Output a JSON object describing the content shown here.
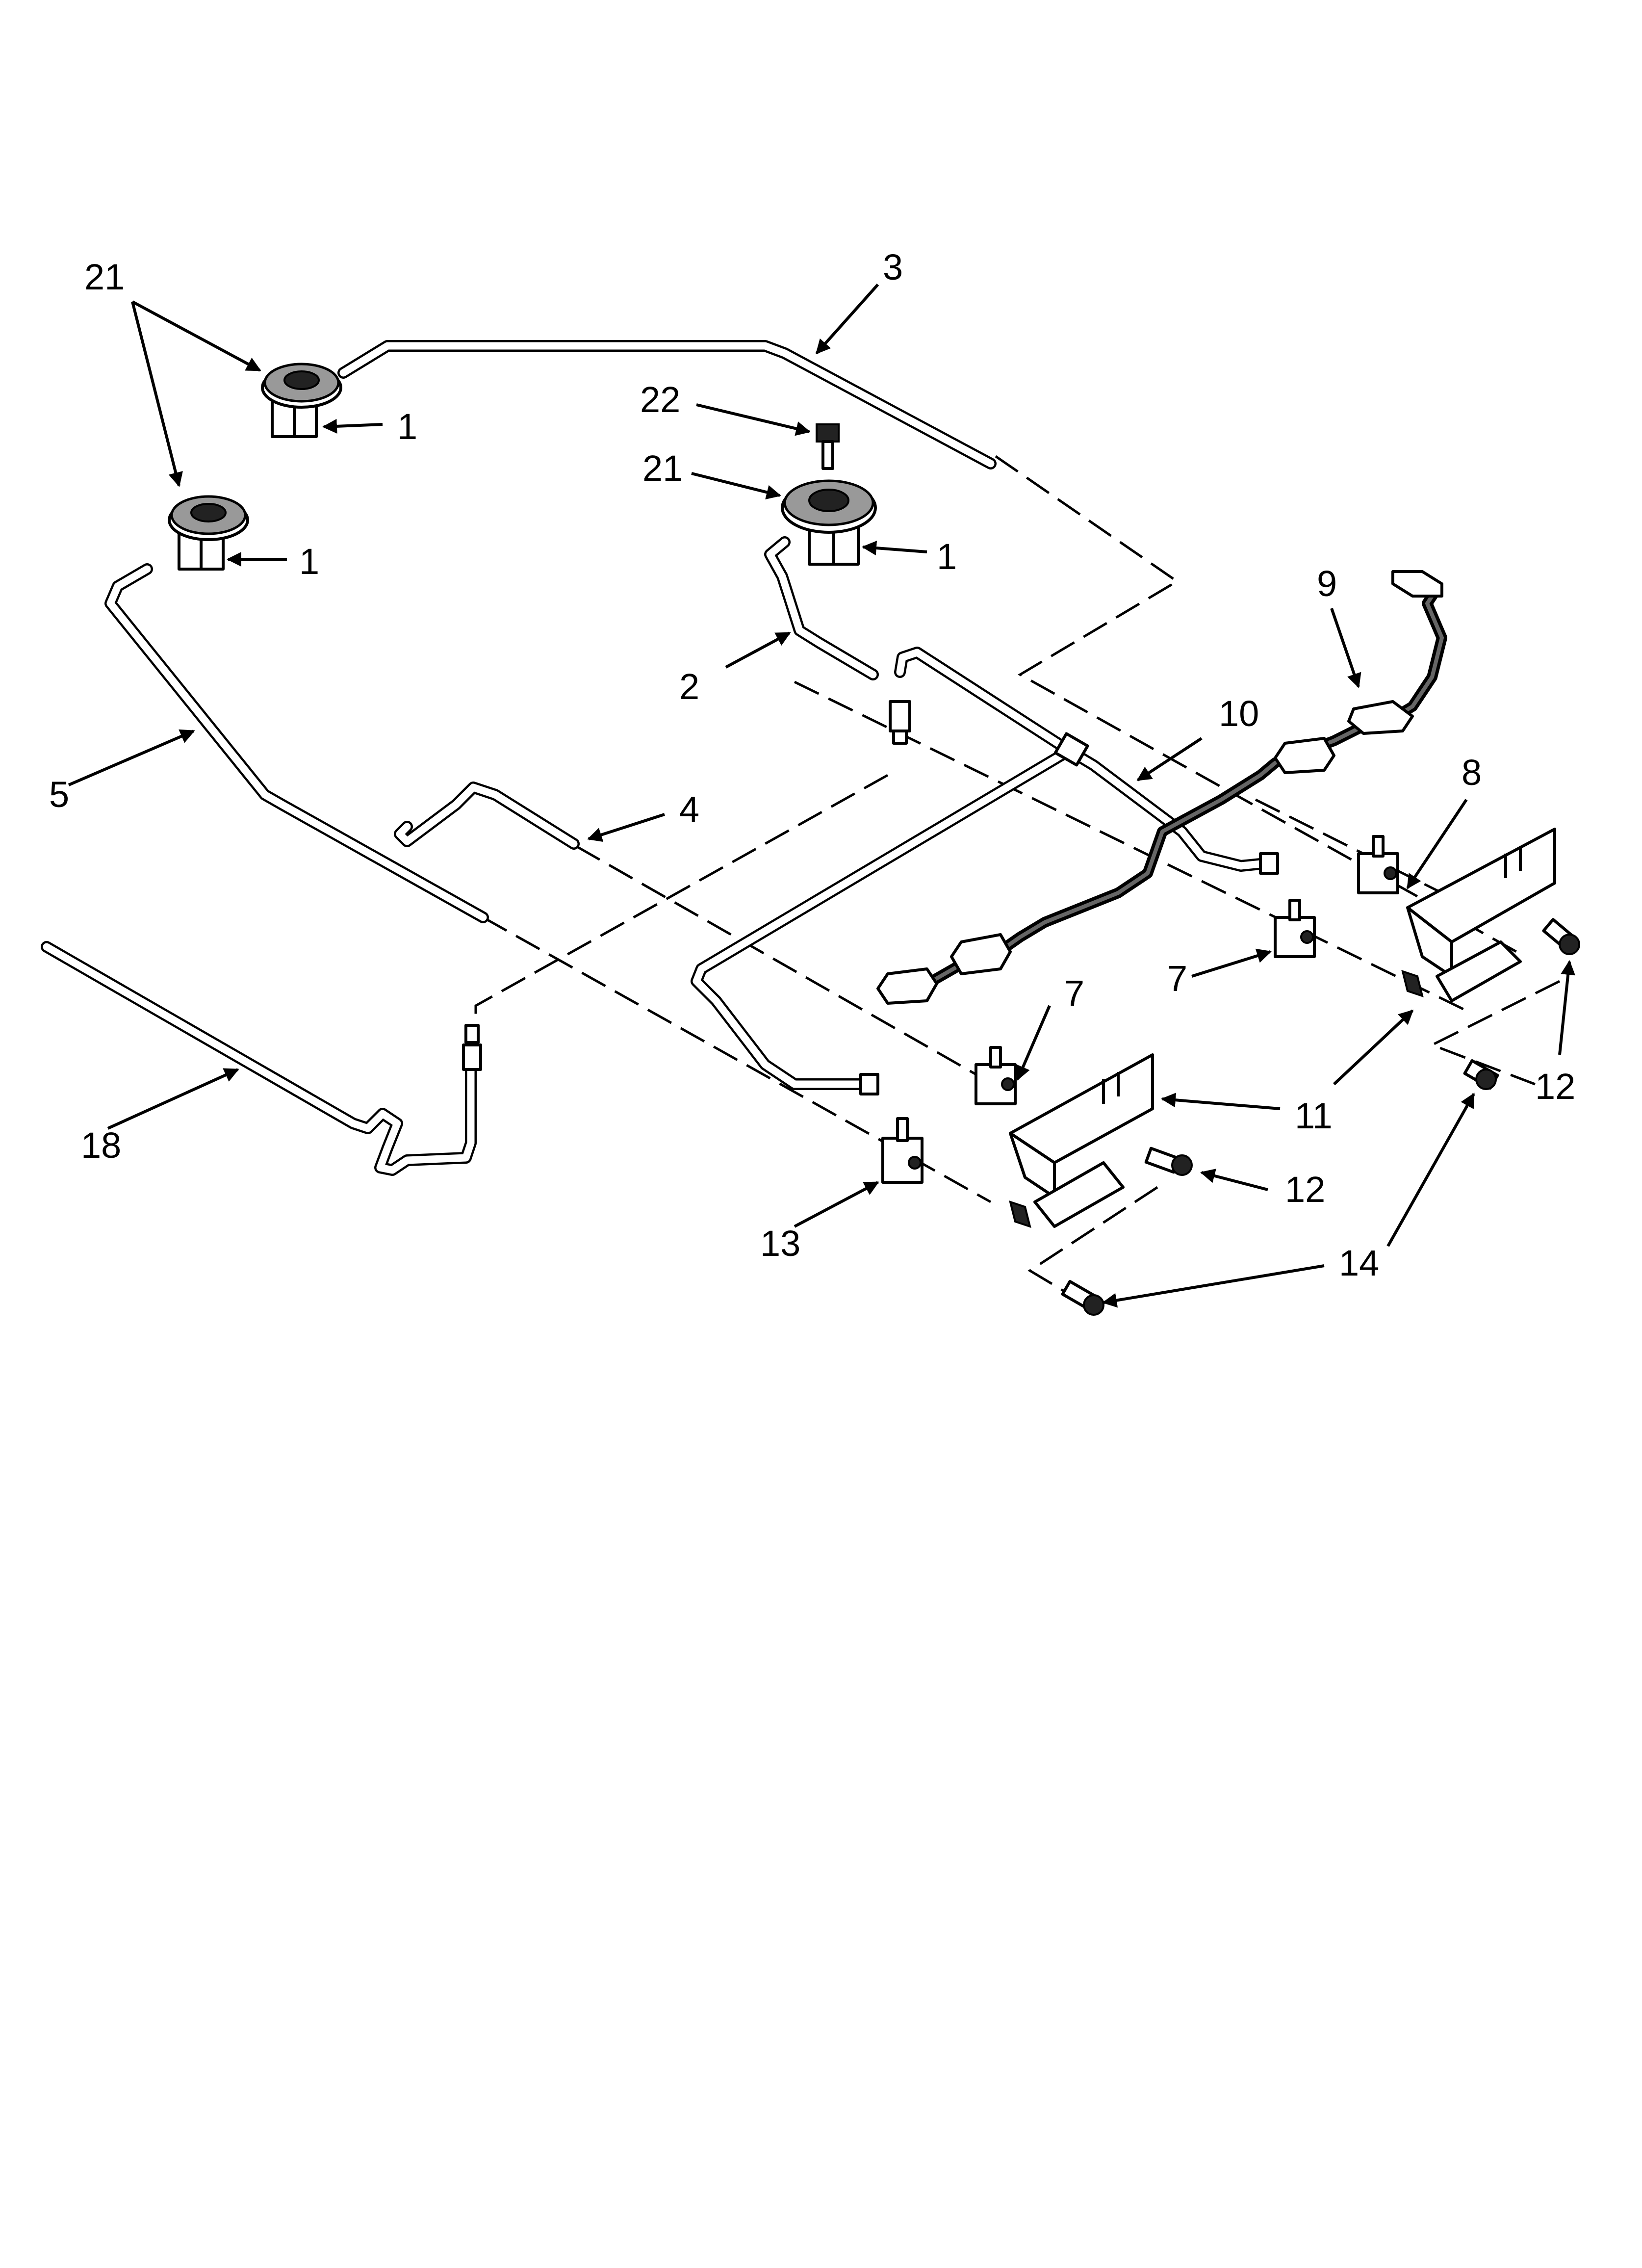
{
  "callouts": {
    "c21a": "21",
    "c3": "3",
    "c22": "22",
    "c1a": "1",
    "c21b": "21",
    "c1b": "1",
    "c1c": "1",
    "c9": "9",
    "c10": "10",
    "c2": "2",
    "c8": "8",
    "c5": "5",
    "c4": "4",
    "c7a": "7",
    "c7b": "7",
    "c11": "11",
    "c12a": "12",
    "c18": "18",
    "c12b": "12",
    "c13": "13",
    "c14": "14"
  }
}
